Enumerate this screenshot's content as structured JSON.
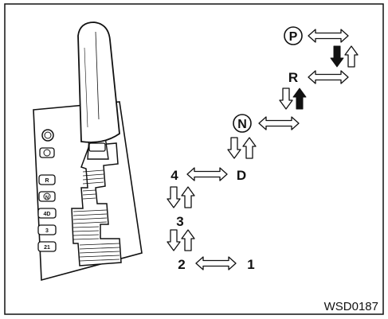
{
  "figure_code": "WSD0187",
  "positions": {
    "park": "P",
    "reverse": "R",
    "neutral": "N",
    "drive": "D",
    "fourth": "4",
    "third": "3",
    "second": "2",
    "first": "1"
  },
  "indicator_labels": [
    "R",
    "N",
    "4D",
    "3",
    "21"
  ],
  "colors": {
    "ink": "#111111",
    "background": "#ffffff"
  }
}
